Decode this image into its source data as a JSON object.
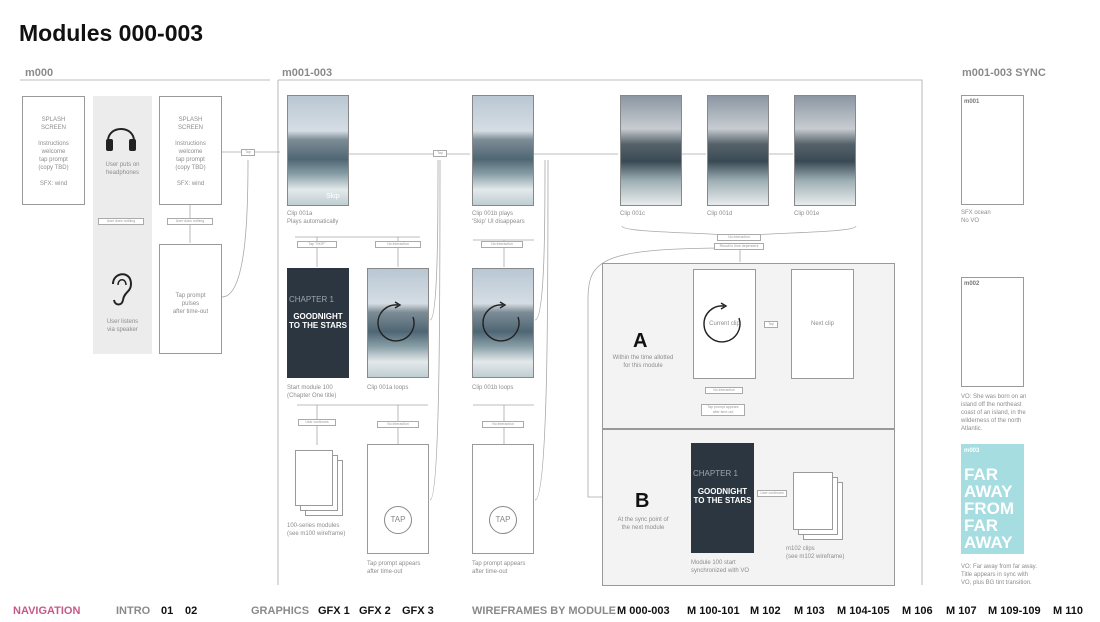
{
  "page_title": "Modules 000-003",
  "sections": {
    "m000": "m000",
    "m001": "m001-003",
    "sync": "m001-003 SYNC"
  },
  "m000": {
    "splash1": "SPLASH\nSCREEN\n\nInstructions\nwelcome\ntap prompt\n(copy TBD)\n\nSFX: wind",
    "headphones": "User puts on\nheadphones",
    "listens": "User listens\nvia speaker",
    "splash2": "SPLASH\nSCREEN\n\nInstructions\nwelcome\ntap prompt\n(copy TBD)\n\nSFX: wind",
    "tap_pulse": "Tap prompt\npulses\nafter time-out",
    "user_does_nothing_1": "User does nothing",
    "user_does_nothing_2": "User does nothing",
    "tap_1": "Tap"
  },
  "m001": {
    "clip001a": "Clip 001a\nPlays automatically",
    "skip": "Skip",
    "tap_skip": "Tap \"SKIP\"",
    "no_interaction_1": "No interaction",
    "chapter": "CHAPTER 1",
    "goodnight": "GOODNIGHT\nTO THE STARS",
    "start_module": "Start module 100\n(Chapter One title)",
    "loops_a": "Clip 001a loops",
    "user_continues": "User continues",
    "no_interaction_2": "No interaction",
    "series": "100-series modules\n(see m100 wireframe)",
    "tap": "TAP",
    "tap_after_a": "Tap prompt appears\nafter time-out",
    "tap_2": "Tap",
    "clip001b": "Clip 001b plays\n'Skip' UI disappears",
    "no_interaction_3": "No interaction",
    "loops_b": "Clip 001b loops",
    "no_interaction_4": "No interaction",
    "tap_after_b": "Tap prompt appears\nafter time-out",
    "clip001c": "Clip 001c",
    "clip001d": "Clip 001d",
    "clip001e": "Clip 001e",
    "no_interaction_5": "No interaction",
    "result_timing": "Result in time dependent"
  },
  "panel_a": {
    "letter": "A",
    "desc": "Within the time allotted\nfor this module",
    "current": "Current clip",
    "next": "Next clip",
    "tap": "Tap",
    "no_interaction": "No interaction",
    "tap_prompt": "Tap prompt appears\nafter time-out"
  },
  "panel_b": {
    "letter": "B",
    "desc": "At the sync point of\nthe next module",
    "chapter": "CHAPTER 1",
    "goodnight": "GOODNIGHT\nTO THE STARS",
    "caption": "Module 100 start\nsynchronized with VO",
    "user_continues": "User continues",
    "clips": "m102 clips\n(see m102 wireframe)"
  },
  "sync": {
    "m001_label": "m001",
    "m001_note": "SFX ocean\nNo VO",
    "m002_label": "m002",
    "m002_note": "VO: She was born on an\nisland off the northeast\ncoast of an island, in the\nwilderness of the north\nAtlantic.",
    "m003_label": "m003",
    "m003_text": "FAR\nAWAY\nFROM\nFAR\nAWAY",
    "m003_note": "VO: Far away from far away.\nTitle appears in sync with\nVO, plus BG tint transition."
  },
  "nav": {
    "navigation": "NAVIGATION",
    "intro": "INTRO",
    "intro_items": [
      "01",
      "02"
    ],
    "graphics": "GRAPHICS",
    "graphics_items": [
      "GFX 1",
      "GFX 2",
      "GFX 3"
    ],
    "wireframes": "WIREFRAMES BY MODULE",
    "module_items": [
      "M 000-003",
      "M 100-101",
      "M 102",
      "M 103",
      "M 104-105",
      "M 106",
      "M 107",
      "M 109-109",
      "M 110"
    ]
  },
  "colors": {
    "accent": "#c7588a",
    "dark_card": "#2c3640",
    "teal_card": "#a6dde0",
    "grey_panel": "#ececec"
  }
}
